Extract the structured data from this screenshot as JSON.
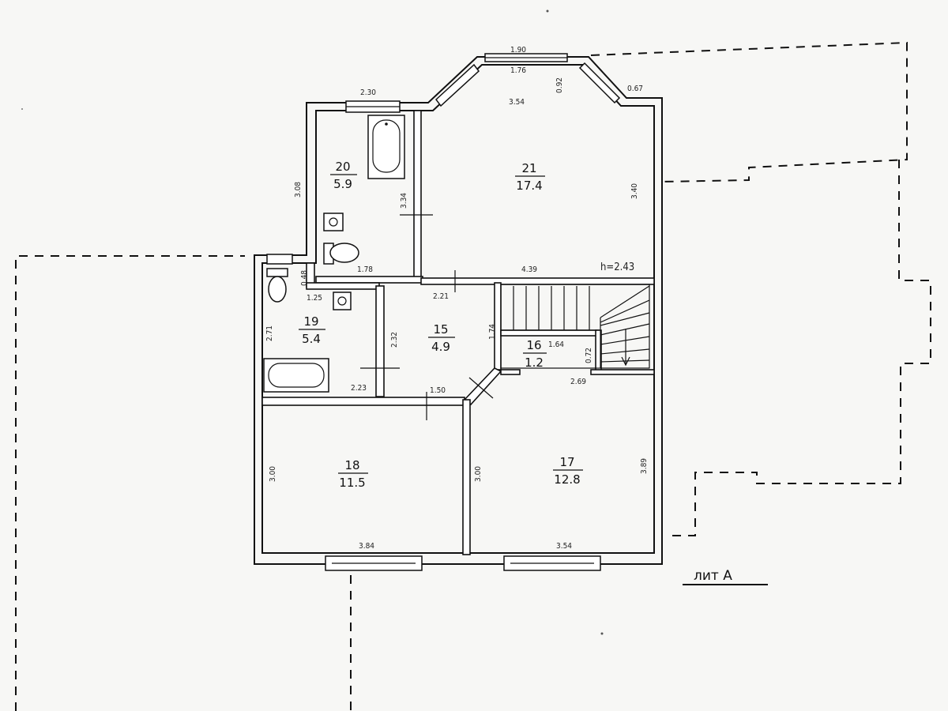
{
  "plan": {
    "litera": "лит А",
    "height_note": "h=2.43",
    "rooms": [
      {
        "id": "room-21",
        "number": "21",
        "area": "17.4"
      },
      {
        "id": "room-20",
        "number": "20",
        "area": "5.9"
      },
      {
        "id": "room-19",
        "number": "19",
        "area": "5.4"
      },
      {
        "id": "room-15",
        "number": "15",
        "area": "4.9"
      },
      {
        "id": "room-16",
        "number": "16",
        "area": "1.2"
      },
      {
        "id": "room-18",
        "number": "18",
        "area": "11.5"
      },
      {
        "id": "room-17",
        "number": "17",
        "area": "12.8"
      }
    ],
    "dimensions": {
      "bay_top": "1.90",
      "bay_inner": "1.76",
      "bay_depth": "0.92",
      "bay_side": "0.67",
      "r21_width_top": "3.54",
      "r21_height": "3.40",
      "r21_bottom": "4.39",
      "r20_top": "2.30",
      "r20_left": "3.08",
      "r20_right": "3.34",
      "r20_bottom": "1.78",
      "r19_small": "0.48",
      "r19_top": "1.25",
      "r19_left": "2.71",
      "r19_bottom": "2.23",
      "r15_top": "2.21",
      "r15_left": "2.32",
      "r15_right": "1.74",
      "r15_bottom": "1.50",
      "r16_top": "1.64",
      "r16_right": "0.72",
      "r16_bottom": "2.69",
      "r18_left": "3.00",
      "r18_bottom": "3.84",
      "r17_left": "3.00",
      "r17_right": "3.89",
      "r17_bottom": "3.54"
    }
  }
}
